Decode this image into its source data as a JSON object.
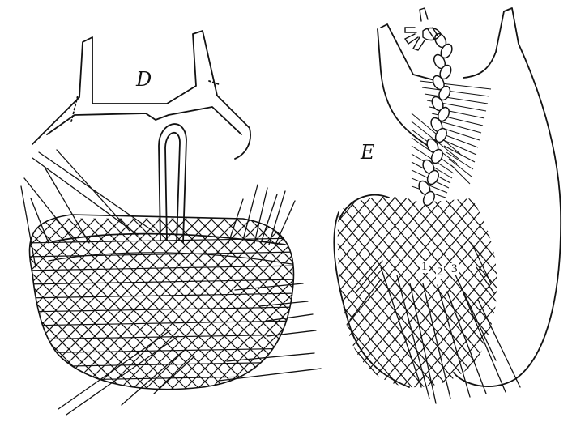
{
  "figures": [
    {
      "label": "D"
    },
    {
      "label": "E",
      "strand_numbers": [
        "1",
        "2",
        "3"
      ]
    }
  ]
}
